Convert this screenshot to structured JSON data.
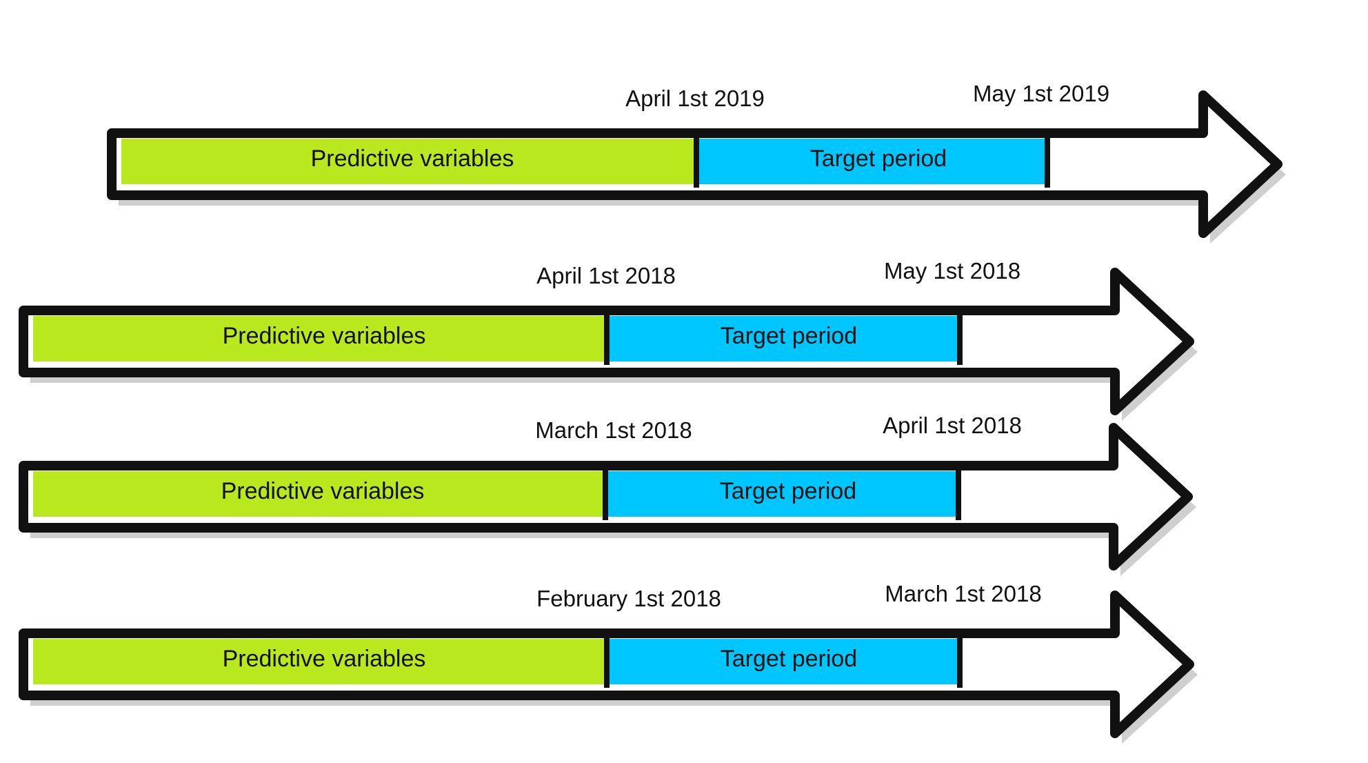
{
  "colors": {
    "predictive": "#b9e81e",
    "target": "#00c6ff",
    "outline": "#111111",
    "shadow": "#cfcfcf",
    "background": "#ffffff"
  },
  "timelines": [
    {
      "predictive_label": "Predictive variables",
      "target_label": "Target period",
      "target_start_date": "April 1st 2019",
      "target_end_date": "May 1st 2019"
    },
    {
      "predictive_label": "Predictive variables",
      "target_label": "Target period",
      "target_start_date": "April 1st 2018",
      "target_end_date": "May 1st 2018"
    },
    {
      "predictive_label": "Predictive variables",
      "target_label": "Target period",
      "target_start_date": "March 1st 2018",
      "target_end_date": "April 1st 2018"
    },
    {
      "predictive_label": "Predictive variables",
      "target_label": "Target period",
      "target_start_date": "February 1st 2018",
      "target_end_date": "March 1st 2018"
    }
  ]
}
